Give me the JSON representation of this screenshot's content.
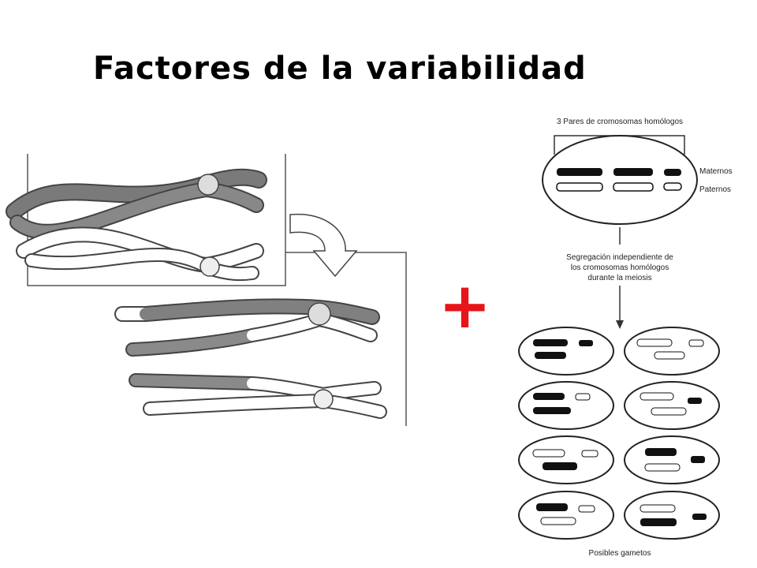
{
  "title": "Factores de la variabilidad",
  "plus_sign": "+",
  "colors": {
    "plus": "#e5151a",
    "dark_chromosome": "#6e6e6e",
    "light_chromosome": "#ffffff"
  },
  "segregation_diagram": {
    "header": "3 Pares de cromosomas homólogos",
    "maternal_label": "Maternos",
    "paternal_label": "Paternos",
    "caption_lines": [
      "Segregación independiente de",
      "los cromosomas homólogos",
      "durante la meiosis"
    ],
    "footer": "Posibles gametos"
  }
}
